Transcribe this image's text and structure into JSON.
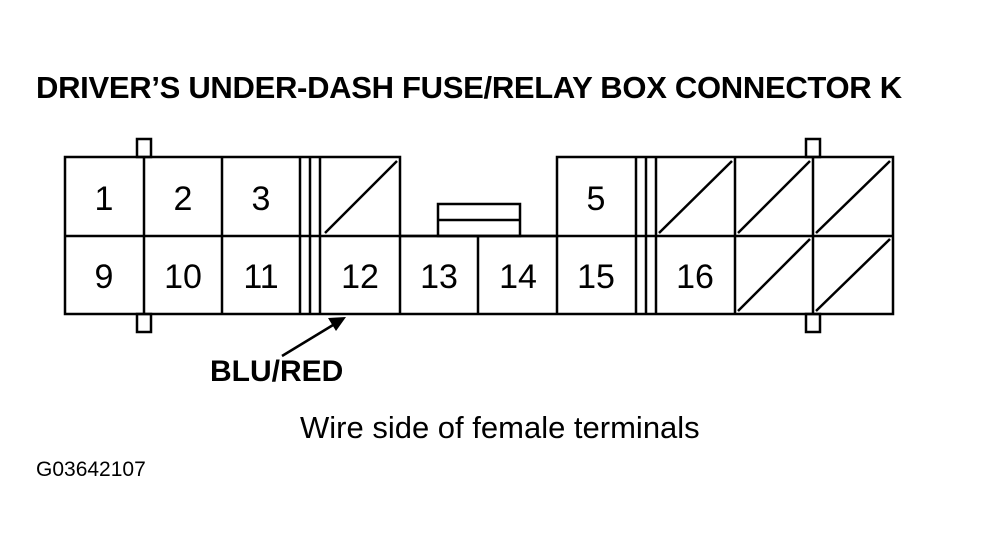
{
  "title": "DRIVER’S UNDER-DASH FUSE/RELAY BOX CONNECTOR K",
  "pins": {
    "p1": "1",
    "p2": "2",
    "p3": "3",
    "p5": "5",
    "p9": "9",
    "p10": "10",
    "p11": "11",
    "p12": "12",
    "p13": "13",
    "p14": "14",
    "p15": "15",
    "p16": "16"
  },
  "wire_label": "BLU/RED",
  "caption": "Wire side of female terminals",
  "figure_id": "G03642107"
}
